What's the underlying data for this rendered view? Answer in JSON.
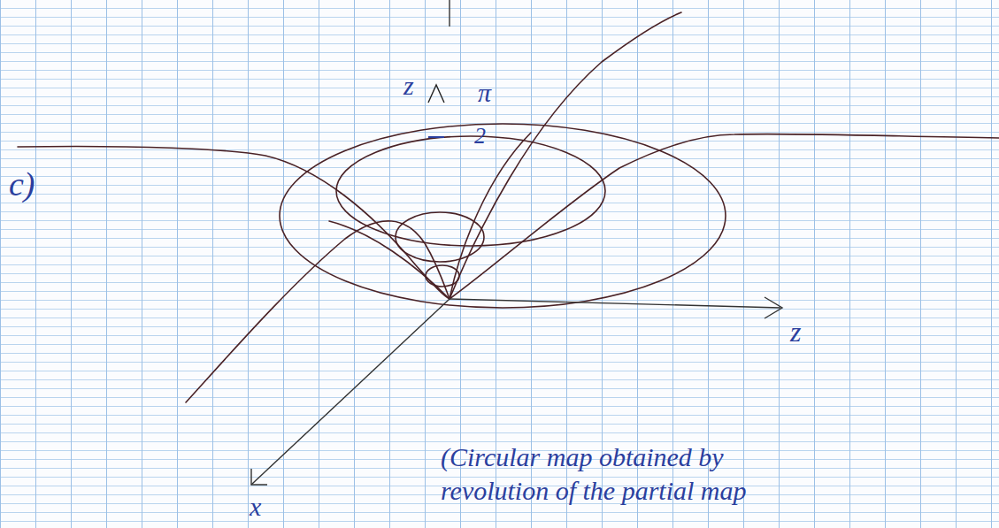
{
  "diagram": {
    "labels": [
      "c)",
      "z",
      "π",
      "2",
      "z",
      "x",
      "(Circular map obtained by",
      "revolution of the partial map"
    ]
  }
}
